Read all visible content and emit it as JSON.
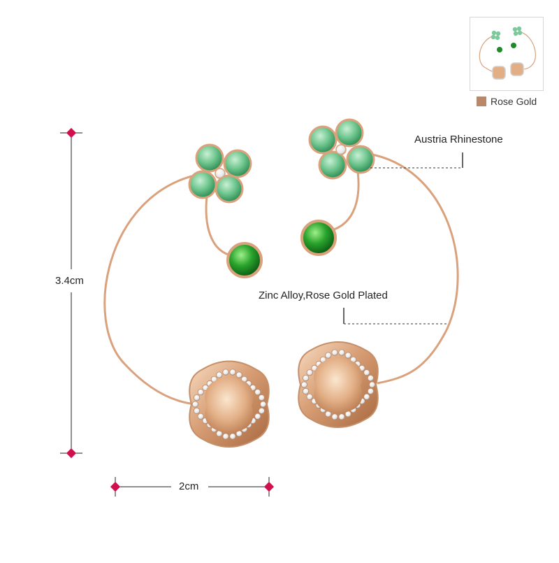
{
  "product": {
    "callouts": {
      "rhinestone": "Austria Rhinestone",
      "material": "Zinc Alloy,Rose Gold Plated"
    },
    "dimensions": {
      "height": "3.4cm",
      "width": "2cm"
    },
    "color_option": {
      "label": "Rose Gold",
      "swatch_color": "#b8886a"
    }
  },
  "colors": {
    "metal": "#d9a27d",
    "metal_light": "#f3d3b6",
    "green_light": "#7cc99a",
    "green_dark": "#1e8a2a",
    "crystal": "#f2f2f2",
    "dimension_marker": "#d0104c"
  }
}
